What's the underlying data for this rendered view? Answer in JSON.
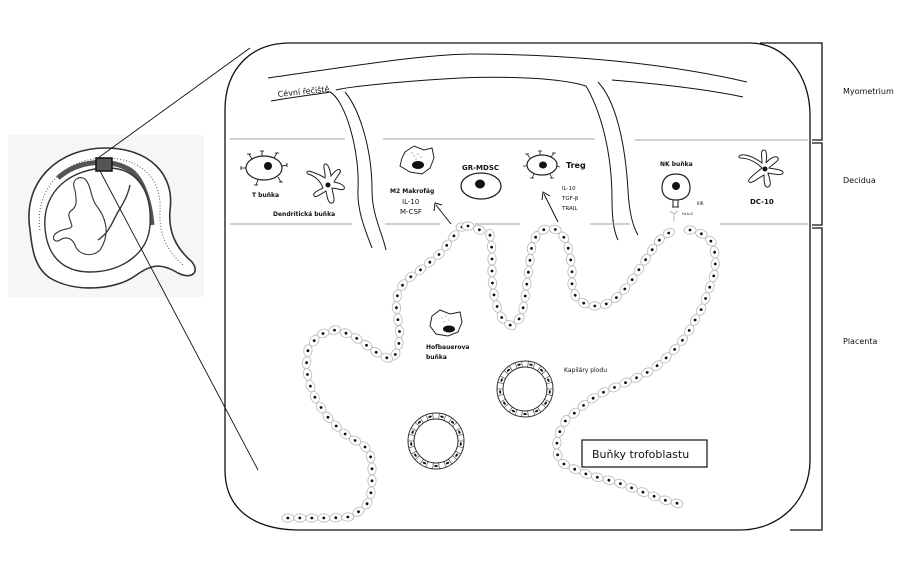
{
  "diagram": {
    "inset": {
      "subject": "fetus-in-uterus"
    },
    "vessels_label": "Cévní řečiště",
    "layers": [
      {
        "id": "myometrium",
        "label": "Myometrium"
      },
      {
        "id": "decidua",
        "label": "Decidua"
      },
      {
        "id": "placenta",
        "label": "Placenta"
      }
    ],
    "cells": {
      "t_cell": "T buňka",
      "dendritic_cell": "Dendritická buňka",
      "m2_macrophage": "M2 Makrofág",
      "m2_factors": [
        "IL-10",
        "M-CSF"
      ],
      "gr_mdsc": "GR-MDSC",
      "treg": "Treg",
      "treg_factors": [
        "IL-10",
        "TGF-β",
        "TRAIL"
      ],
      "nk_cell": "NK buňka",
      "kir": "KIR",
      "hla": "HLA-G",
      "dc10": "DC-10",
      "hofbauer": [
        "Hofbauerova",
        "buňka"
      ],
      "fetal_capillaries": "Kapiláry plodu",
      "trophoblast_box": "Buňky trofoblastu"
    },
    "colors": {
      "line": "#111111",
      "layer_divider": "#a0a0a0",
      "placenta_band": "#555555",
      "cell_outline": "#b8b8b8"
    }
  }
}
